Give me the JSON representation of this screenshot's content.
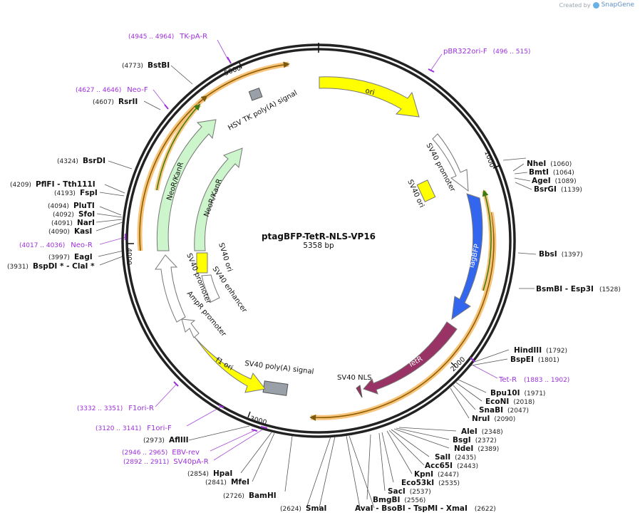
{
  "credit": {
    "prefix": "Created by",
    "brand": "SnapGene"
  },
  "plasmid": {
    "name": "ptagBFP-TetR-NLS-VP16",
    "size": "5358 bp"
  },
  "ticks": [
    "1000",
    "2000",
    "3000",
    "4000",
    "5000"
  ],
  "features": [
    {
      "label": "ori",
      "color": "#ffff00"
    },
    {
      "label": "SV40 promoter",
      "color": "#ffffff"
    },
    {
      "label": "SV40 ori",
      "color": "#ffff00"
    },
    {
      "label": "TagBFP",
      "color": "#3366ee"
    },
    {
      "label": "TetR",
      "color": "#993366"
    },
    {
      "label": "SV40 NLS",
      "color": "#993366"
    },
    {
      "label": "SV40 poly(A) signal",
      "color": "#99a0a8"
    },
    {
      "label": "f1 ori",
      "color": "#ffff00"
    },
    {
      "label": "AmpR promoter",
      "color": "#ffffff"
    },
    {
      "label": "SV40 promoter",
      "color": "#ffffff"
    },
    {
      "label": "SV40 ori",
      "color": "#ffff00"
    },
    {
      "label": "SV40 enhancer",
      "color": "#ffffff"
    },
    {
      "label": "NeoR/KanR",
      "color": "#ccf5cc"
    },
    {
      "label": "NeoR/KanR",
      "color": "#ccf5cc"
    },
    {
      "label": "HSV TK poly(A) signal",
      "color": "#99a0a8"
    }
  ],
  "sites": [
    {
      "name": "NheI",
      "pos": "(1060)"
    },
    {
      "name": "BmtI",
      "pos": "(1064)"
    },
    {
      "name": "AgeI",
      "pos": "(1089)"
    },
    {
      "name": "BsrGI",
      "pos": "(1139)"
    },
    {
      "name": "BbsI",
      "pos": "(1397)"
    },
    {
      "name": "BsmBI   - Esp3I",
      "pos": "(1528)"
    },
    {
      "name": "HindIII",
      "pos": "(1792)"
    },
    {
      "name": "BspEI",
      "pos": "(1801)"
    },
    {
      "name": "Bpu10I",
      "pos": "(1971)"
    },
    {
      "name": "EcoNI",
      "pos": "(2018)"
    },
    {
      "name": "SnaBI",
      "pos": "(2047)"
    },
    {
      "name": "NruI",
      "pos": "(2090)"
    },
    {
      "name": "AleI",
      "pos": "(2348)"
    },
    {
      "name": "BsgI",
      "pos": "(2372)"
    },
    {
      "name": "NdeI",
      "pos": "(2389)"
    },
    {
      "name": "SalI",
      "pos": "(2435)"
    },
    {
      "name": "Acc65I",
      "pos": "(2443)"
    },
    {
      "name": "KpnI",
      "pos": "(2447)"
    },
    {
      "name": "Eco53kI",
      "pos": "(2535)"
    },
    {
      "name": "SacI",
      "pos": "(2537)"
    },
    {
      "name": "BmgBI",
      "pos": "(2556)"
    },
    {
      "name": "AvaI   - BsoBI   - TspMI   - XmaI",
      "pos": "(2622)"
    },
    {
      "name": "SmaI",
      "pos": "(2624)"
    },
    {
      "name": "BamHI",
      "pos": "(2726)"
    },
    {
      "name": "MfeI",
      "pos": "(2841)"
    },
    {
      "name": "HpaI",
      "pos": "(2854)"
    },
    {
      "name": "AflIII",
      "pos": "(2973)"
    },
    {
      "name": "BspDI *   - ClaI *",
      "pos": "(3931)"
    },
    {
      "name": "EagI",
      "pos": "(3997)"
    },
    {
      "name": "KasI",
      "pos": "(4090)"
    },
    {
      "name": "NarI",
      "pos": "(4091)"
    },
    {
      "name": "SfoI",
      "pos": "(4092)"
    },
    {
      "name": "PluTI",
      "pos": "(4094)"
    },
    {
      "name": "FspI",
      "pos": "(4193)"
    },
    {
      "name": "PflFI   - Tth111I",
      "pos": "(4209)"
    },
    {
      "name": "BsrDI",
      "pos": "(4324)"
    },
    {
      "name": "RsrII",
      "pos": "(4607)"
    },
    {
      "name": "BstBI",
      "pos": "(4773)"
    }
  ],
  "primers": [
    {
      "name": "pBR322ori-F",
      "pos": "(496 .. 515)"
    },
    {
      "name": "Tet-R",
      "pos": "(1883 .. 1902)"
    },
    {
      "name": "SV40pA-R",
      "pos": "(2892 .. 2911)"
    },
    {
      "name": "EBV-rev",
      "pos": "(2946 .. 2965)"
    },
    {
      "name": "F1ori-F",
      "pos": "(3120 .. 3141)"
    },
    {
      "name": "F1ori-R",
      "pos": "(3332 .. 3351)"
    },
    {
      "name": "Neo-R",
      "pos": "(4017 .. 4036)"
    },
    {
      "name": "Neo-F",
      "pos": "(4627 .. 4646)"
    },
    {
      "name": "TK-pA-R",
      "pos": "(4945 .. 4964)"
    }
  ]
}
